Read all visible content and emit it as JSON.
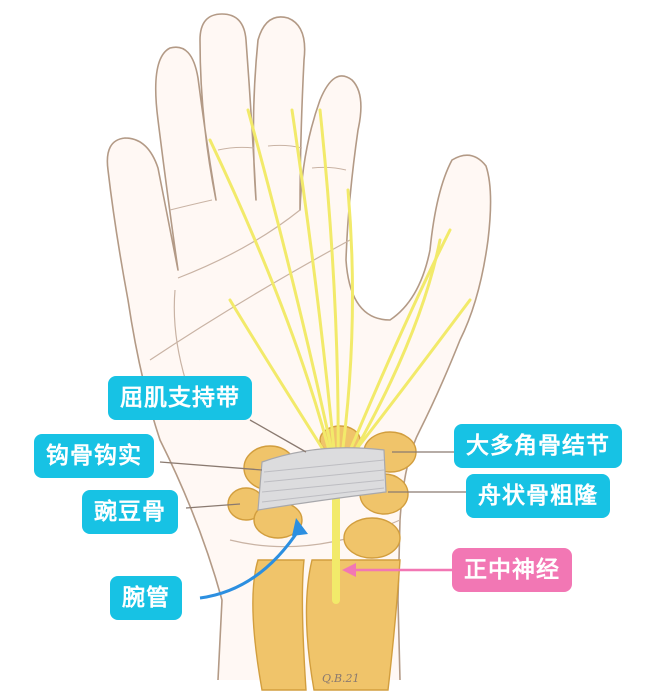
{
  "labels": {
    "flexor_retinaculum": "屈肌支持带",
    "hook_of_hamate": "钩骨钩实",
    "pisiform": "豌豆骨",
    "carpal_tunnel": "腕管",
    "trapezium_tubercle": "大多角骨结节",
    "scaphoid_tuberosity": "舟状骨粗隆",
    "median_nerve": "正中神经"
  },
  "signature": "Q.B.21",
  "colors": {
    "label_cyan": "#17c2e4",
    "label_pink": "#f277b4",
    "nerve": "#f2ea6a",
    "bone": "#f0c46a",
    "outline": "#b39a86",
    "retinaculum": "#dcdcde",
    "arrow_blue": "#2c8fe0"
  }
}
